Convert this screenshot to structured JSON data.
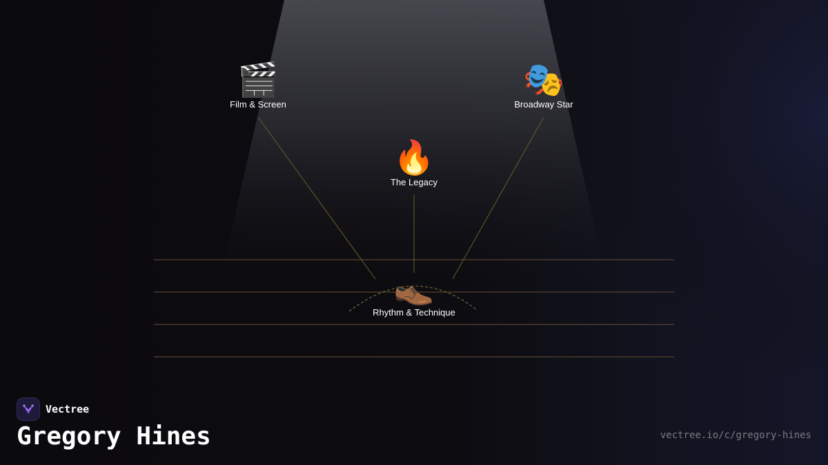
{
  "brand": {
    "name": "Vectree"
  },
  "title": "Gregory Hines",
  "url": "vectree.io/c/gregory-hines",
  "nodes": {
    "film": {
      "icon": "clapper-board-icon",
      "emoji": "🎬",
      "label": "Film & Screen"
    },
    "broadway": {
      "icon": "performing-arts-masks-icon",
      "emoji": "🎭",
      "label": "Broadway Star"
    },
    "legacy": {
      "icon": "fire-icon",
      "emoji": "🔥",
      "label": "The Legacy"
    },
    "rhythm": {
      "icon": "shoe-icon",
      "emoji": "👞",
      "label": "Rhythm & Technique"
    }
  },
  "colors": {
    "background": "#0d0c10",
    "connector": "#6b5f2a",
    "floor_line": "#4a3a2c",
    "brand_accent": "#8b5cf6",
    "url_text": "#7b7b82"
  }
}
